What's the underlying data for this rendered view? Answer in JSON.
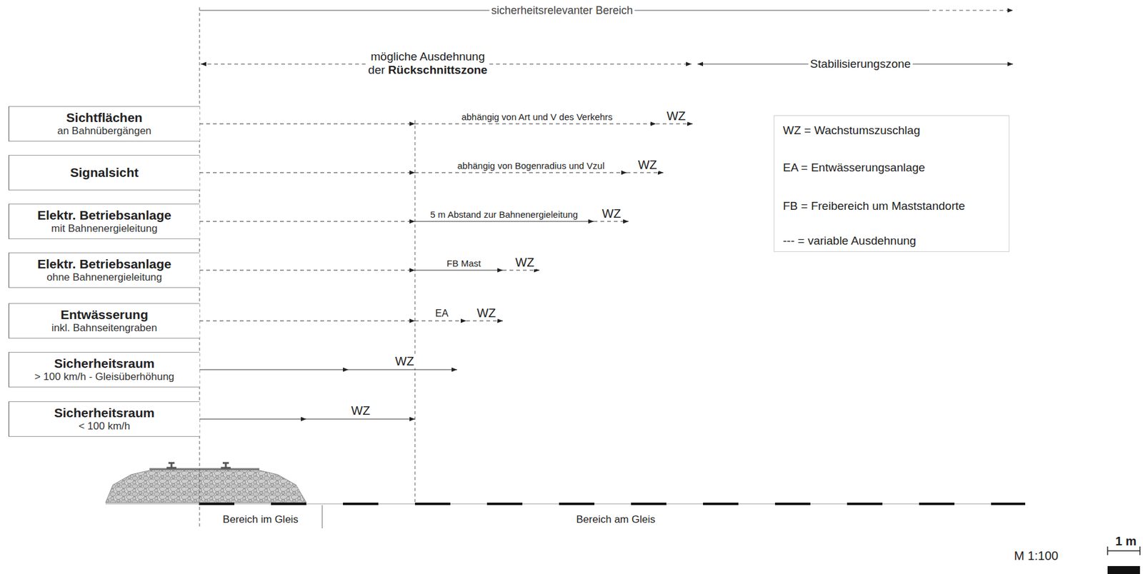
{
  "diagram": {
    "nodes": [
      {
        "text": [
          "Sichtflächen",
          "an Bahnübergängen"
        ]
      },
      {
        "text": [
          "Signalsicht"
        ]
      },
      {
        "text": [
          "Elektr. Betriebsanlage",
          "mit Bahnenergieleitung"
        ]
      },
      {
        "text": [
          "Elektr. Betriebsanlage",
          "ohne Bahnenergieleitung"
        ]
      },
      {
        "text": [
          "Entwässerung",
          "inkl. Bahnseitengraben"
        ]
      },
      {
        "text": [
          "Sicherheitsraum",
          "> 100 km/h - Gleisüberhöhung"
        ]
      },
      {
        "text": [
          "Sicherheitsraum",
          "< 100 km/h"
        ]
      }
    ],
    "labels": [
      "sicherheitsrelevanter Bereich",
      "mögliche Ausdehnung der Rückschnittszone",
      "Stabilisierungszone",
      "abhängig von Art und V des Verkehrs",
      "WZ",
      "abhängig von Bogenradius und Vzul",
      "WZ",
      "5 m Abstand zur Bahnenergieleitung",
      "WZ",
      "FB Mast",
      "WZ",
      "EA",
      "WZ",
      "WZ",
      "WZ",
      "Bereich im Gleis",
      "Bereich am Gleis",
      "M 1:100",
      "1 m"
    ],
    "legend": [
      {
        "text": "WZ = Wachstumszuschlag"
      },
      {
        "text": "EA = Entwässerungsanlage"
      },
      {
        "text": "FB = Freibereich um Maststandorte"
      },
      {
        "text": "--- = variable Ausdehnung"
      }
    ]
  }
}
